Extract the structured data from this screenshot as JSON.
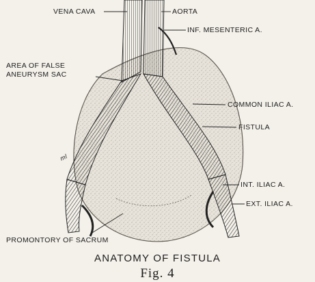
{
  "labels": {
    "vena_cava": "VENA CAVA",
    "aorta": "AORTA",
    "inf_mesenteric": "INF. MESENTERIC A.",
    "false_aneurysm_line1": "AREA OF FALSE",
    "false_aneurysm_line2": "ANEURYSM SAC",
    "common_iliac": "COMMON ILIAC A.",
    "fistula": "FISTULA",
    "int_iliac": "INT. ILIAC A.",
    "ext_iliac": "EXT. ILIAC A.",
    "promontory": "PROMONTORY OF SACRUM",
    "artist_initials": "ml"
  },
  "caption": {
    "title": "ANATOMY OF FISTULA",
    "figure": "Fig. 4"
  },
  "colors": {
    "background": "#f4f1ea",
    "ink": "#1c1c1c",
    "sac_fill": "#d9d4ca",
    "stipple": "#8a857c"
  }
}
